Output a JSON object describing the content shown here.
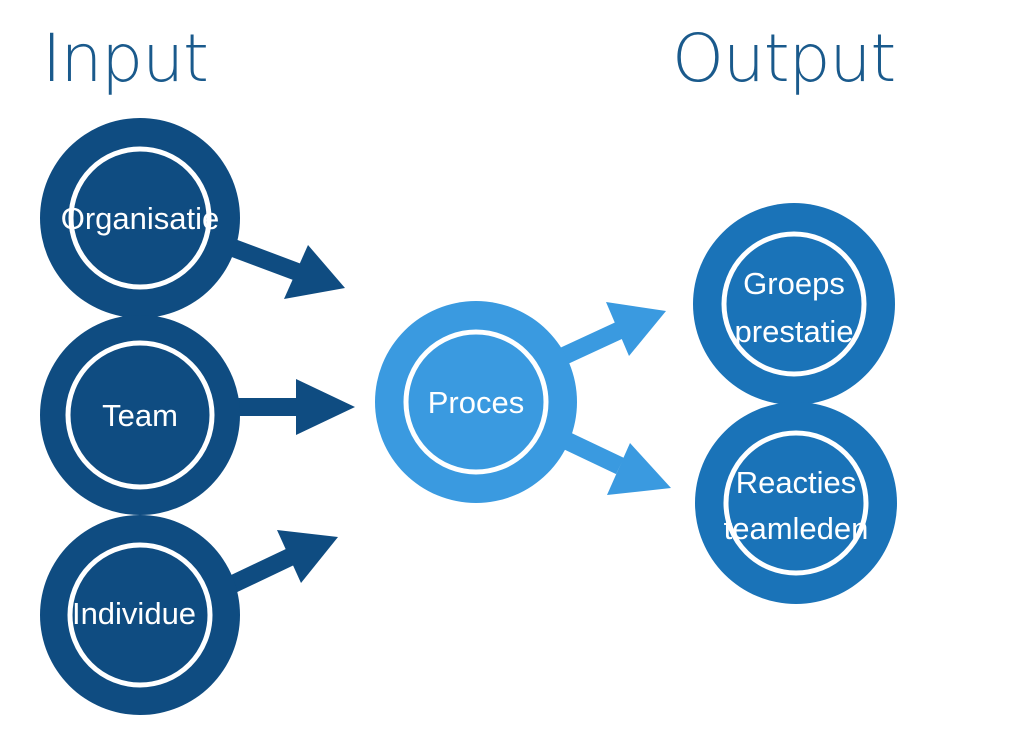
{
  "headings": {
    "input": "Input",
    "output": "Output"
  },
  "inputs": [
    {
      "id": "organisatie",
      "lines": [
        "Organisatie"
      ]
    },
    {
      "id": "team",
      "lines": [
        "Team"
      ]
    },
    {
      "id": "individue",
      "lines": [
        "Individue"
      ]
    }
  ],
  "process": {
    "id": "proces",
    "lines": [
      "Proces"
    ]
  },
  "outputs": [
    {
      "id": "groepsprestatie",
      "lines": [
        "Groeps",
        "prestatie"
      ]
    },
    {
      "id": "reacties-teamleden",
      "lines": [
        "Reacties",
        "teamleden"
      ]
    }
  ],
  "colors": {
    "heading": "#1a5a8c",
    "input_node": "#0f4c81",
    "input_arrow": "#0f4c81",
    "process_node": "#3a9ae0",
    "process_arrow": "#3a9ae0",
    "output_node": "#1a73b8",
    "ring": "#ffffff"
  }
}
